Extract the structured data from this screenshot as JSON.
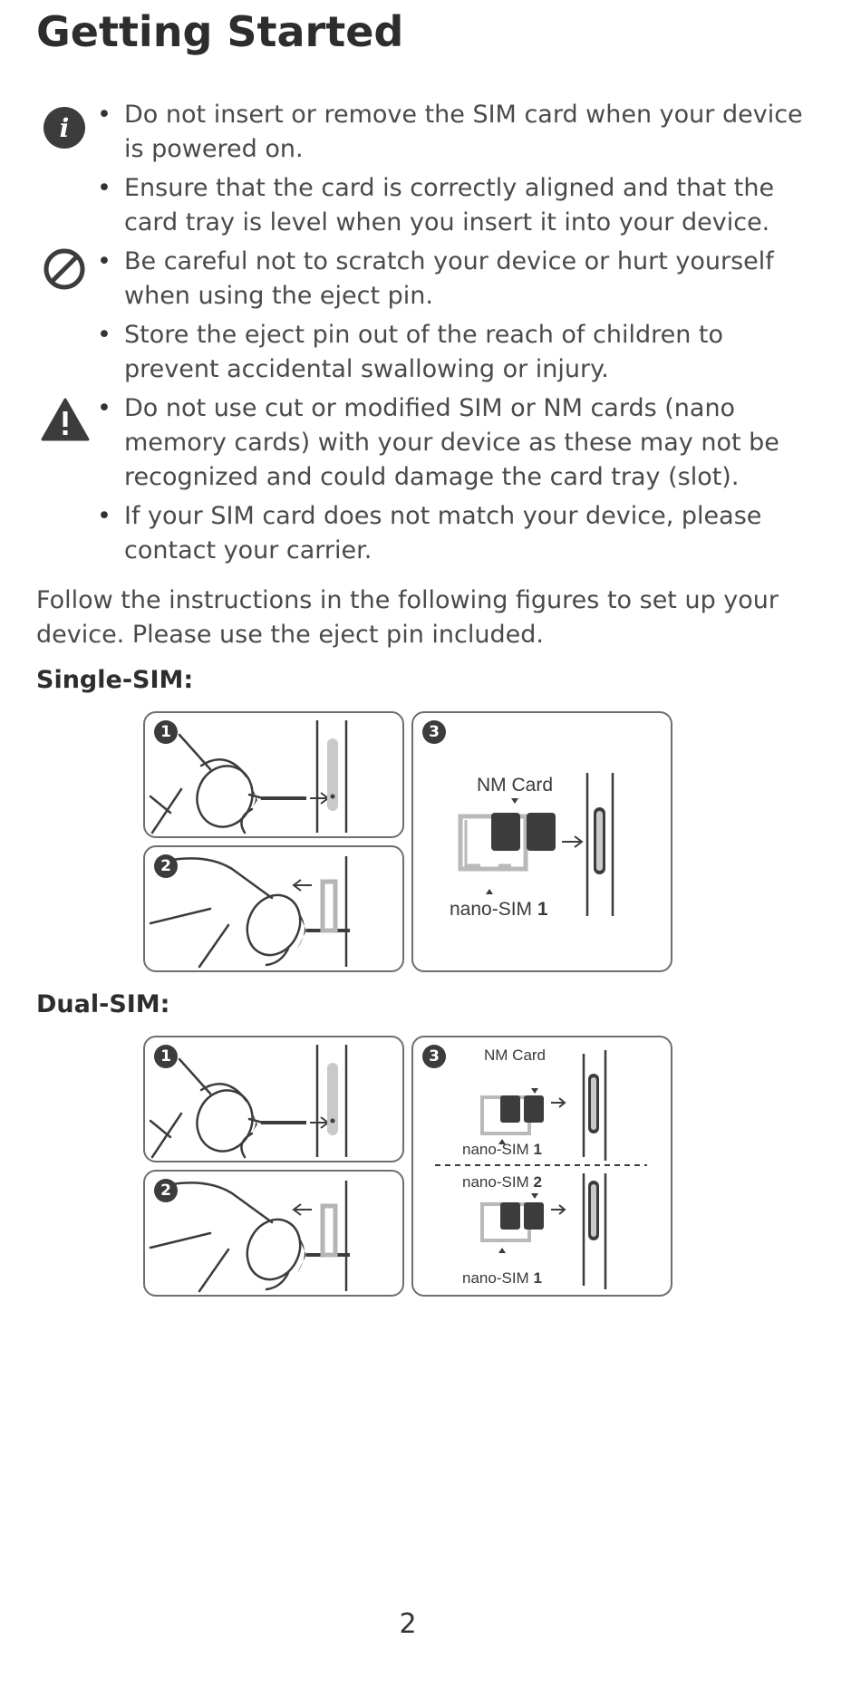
{
  "page": {
    "title": "Getting Started",
    "page_number": "2"
  },
  "notes": [
    {
      "icon": "info-icon",
      "bullets": [
        "Do not insert or remove the SIM card when your device is powered on.",
        "Ensure that the card is correctly aligned and that the card tray is level when you insert it into your device."
      ]
    },
    {
      "icon": "prohibited-icon",
      "bullets": [
        "Be careful not to scratch your device or hurt yourself when using the eject pin.",
        "Store the eject pin out of the reach of children to prevent accidental swallowing or injury."
      ]
    },
    {
      "icon": "warning-icon",
      "bullets": [
        "Do not use cut or modified SIM or NM cards (nano memory cards) with your device as these may not be recognized and could damage the card tray (slot).",
        "If your SIM card does not match your device, please contact your carrier."
      ]
    }
  ],
  "instructions": "Follow the instructions in the following figures to set up your device. Please use the eject pin included.",
  "single_sim": {
    "heading": "Single-SIM:",
    "steps": [
      "1",
      "2",
      "3"
    ],
    "nm_card_label": "NM Card",
    "nano_sim_label": "nano-SIM",
    "nano_sim_number": "1"
  },
  "dual_sim": {
    "heading": "Dual-SIM:",
    "steps": [
      "1",
      "2",
      "3"
    ],
    "nm_card_label": "NM Card",
    "nano_sim_label": "nano-SIM",
    "nano_sim_1_number": "1",
    "nano_sim_2_number": "2"
  },
  "colors": {
    "text": "#4a4a4a",
    "heading": "#2d2d2d",
    "line_art": "#3c3c3c",
    "panel_border": "#6e6e6e"
  }
}
